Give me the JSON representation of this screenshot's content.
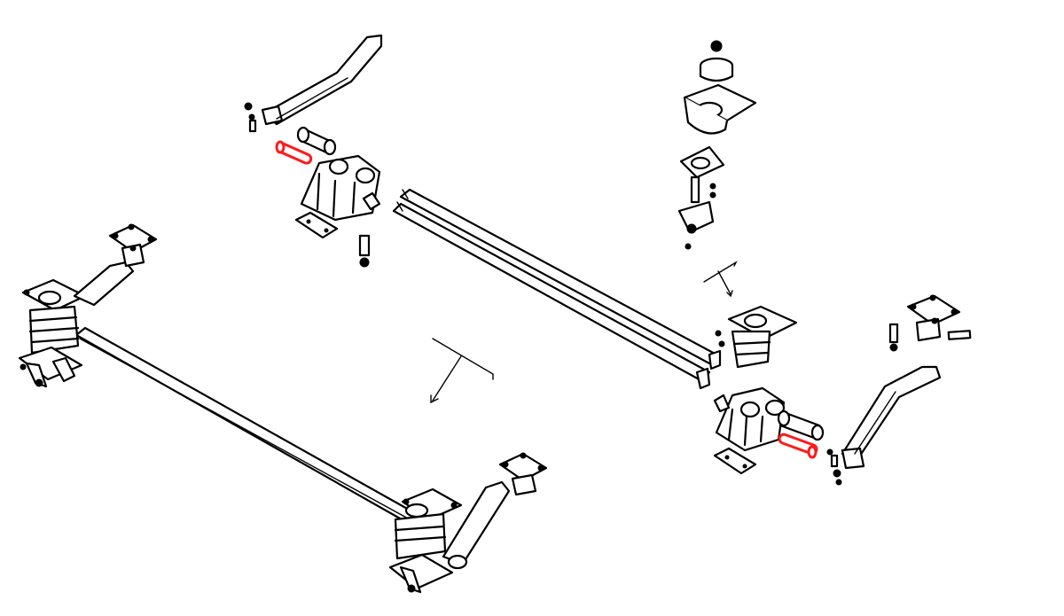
{
  "diagram": {
    "kind": "exploded parts view of a trailing-arm torsion-bar suspension",
    "highlight_color": "#ff1a1a",
    "line_color": "#000000",
    "background": "#ffffff",
    "highlighted_parts": [
      "pivot-pin-left",
      "pivot-pin-right"
    ]
  }
}
